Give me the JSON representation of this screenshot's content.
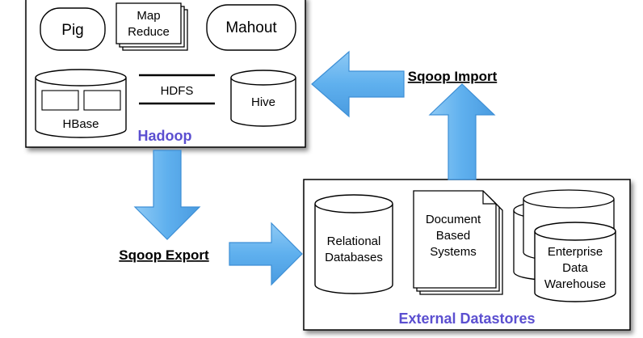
{
  "hadoop": {
    "title": "Hadoop",
    "pig": "Pig",
    "mapreduce": [
      "Map",
      "Reduce"
    ],
    "mahout": "Mahout",
    "hbase": "HBase",
    "hdfs": "HDFS",
    "hive": "Hive"
  },
  "external": {
    "title": "External Datastores",
    "relational": [
      "Relational",
      "Databases"
    ],
    "document": [
      "Document",
      "Based",
      "Systems"
    ],
    "warehouse": [
      "Enterprise",
      "Data",
      "Warehouse"
    ]
  },
  "labels": {
    "sqoop_import": "Sqoop Import",
    "sqoop_export": "Sqoop Export"
  },
  "colors": {
    "accent": "#5b4fd0",
    "arrow_fill": "#6cb4ea",
    "arrow_stroke": "#3d8fd6"
  }
}
